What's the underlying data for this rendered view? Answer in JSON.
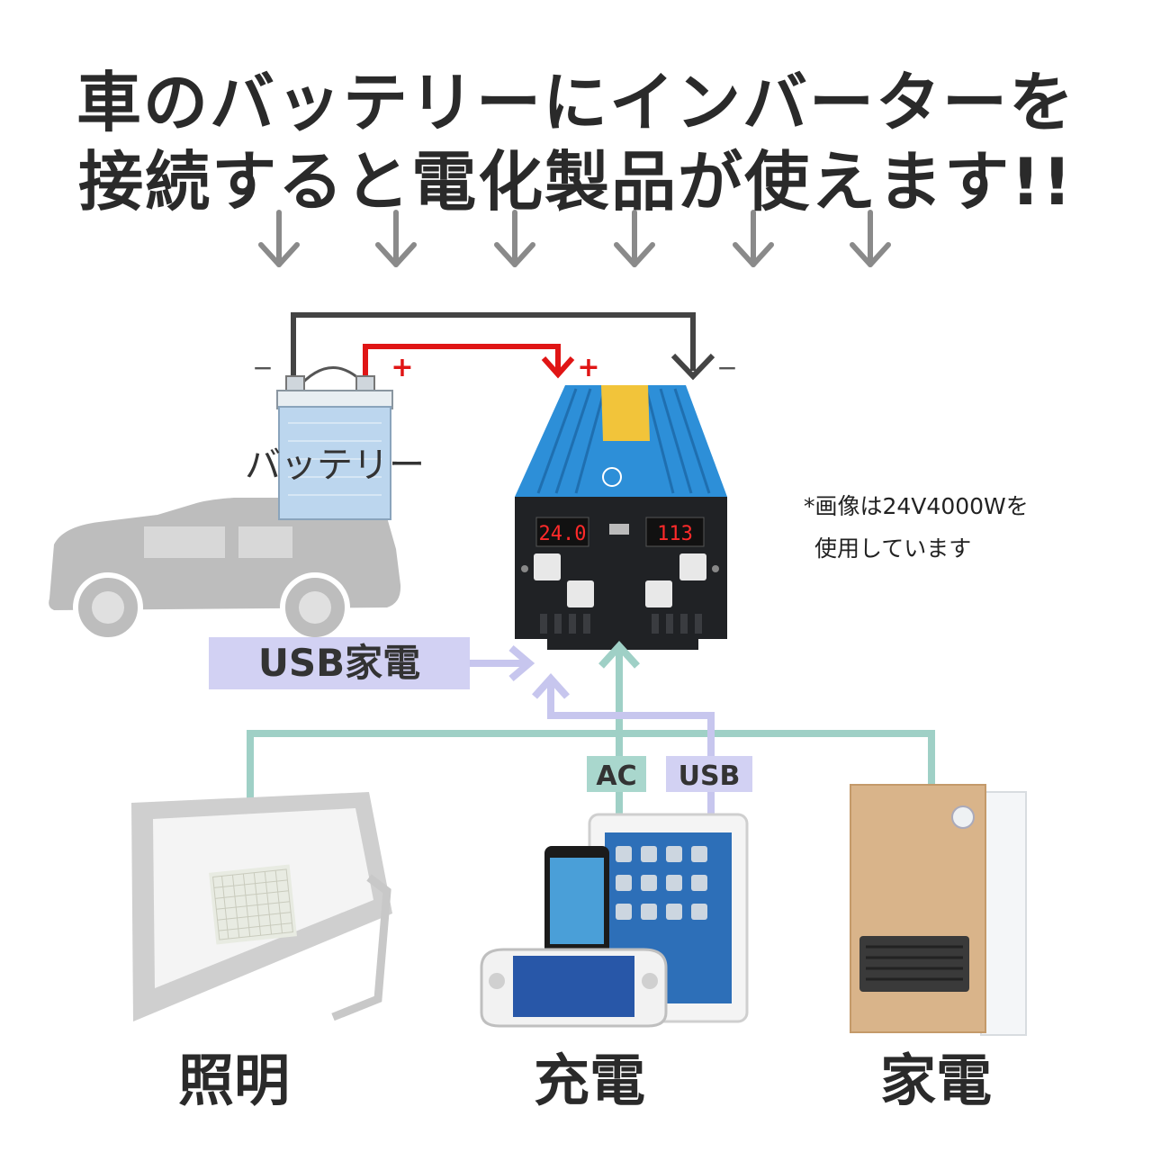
{
  "title": {
    "line1": "車のバッテリーにインバーターを",
    "line2": "接続すると電化製品が使えます!!"
  },
  "battery": {
    "label": "バッテリー",
    "minus": "−",
    "plus": "+"
  },
  "inverter": {
    "plus": "+",
    "minus": "−",
    "display_left": "24.0",
    "display_right": "113"
  },
  "note": {
    "line1": "*画像は24V4000Wを",
    "line2": "使用しています"
  },
  "tags": {
    "usb_appliance": "USB家電",
    "ac": "AC",
    "usb": "USB"
  },
  "categories": {
    "lighting": "照明",
    "charging": "充電",
    "appliance": "家電"
  },
  "colors": {
    "arrow_gray": "#8a8a8a",
    "wire_dark": "#444444",
    "wire_red": "#e01515",
    "ac_line": "#9fd0c6",
    "usb_line": "#c7c6ee",
    "inverter_blue": "#2d8fd8"
  }
}
